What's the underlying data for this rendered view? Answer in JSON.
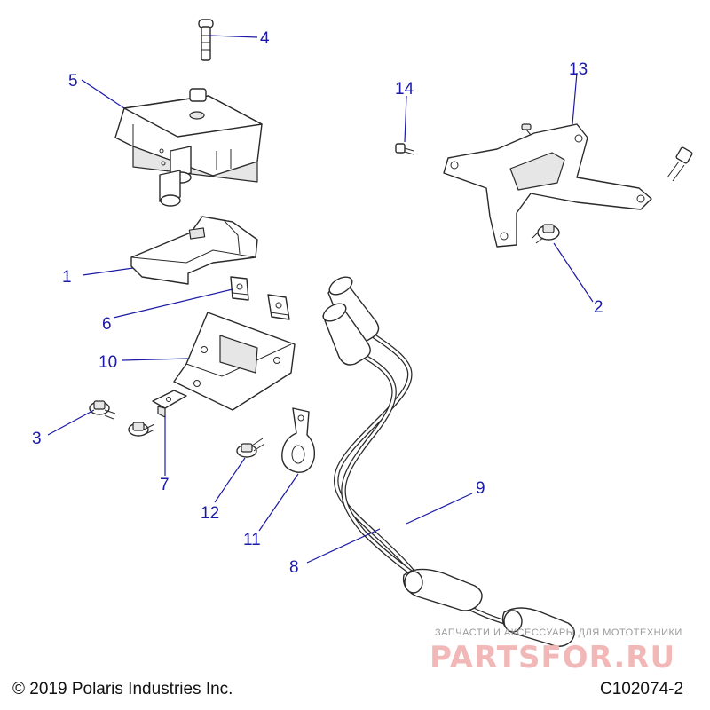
{
  "callouts": [
    {
      "id": "1",
      "label": "1"
    },
    {
      "id": "2",
      "label": "2"
    },
    {
      "id": "3",
      "label": "3"
    },
    {
      "id": "4",
      "label": "4"
    },
    {
      "id": "5",
      "label": "5"
    },
    {
      "id": "6",
      "label": "6"
    },
    {
      "id": "7",
      "label": "7"
    },
    {
      "id": "8",
      "label": "8"
    },
    {
      "id": "9",
      "label": "9"
    },
    {
      "id": "10",
      "label": "10"
    },
    {
      "id": "11",
      "label": "11"
    },
    {
      "id": "12",
      "label": "12"
    },
    {
      "id": "13",
      "label": "13"
    },
    {
      "id": "14",
      "label": "14"
    }
  ],
  "footer": {
    "copyright": "© 2019 Polaris Industries Inc.",
    "figure_id": "C102074-2"
  },
  "watermark": {
    "tagline": "ЗАПЧАСТИ И АКСЕССУАРЫ ДЛЯ МОТОТЕХНИКИ",
    "brand": "PARTSFOR.RU"
  },
  "colors": {
    "callout": "#1a1aa6",
    "line_art": "#2a2a2a",
    "watermark_brand": "#f2b8b8"
  }
}
